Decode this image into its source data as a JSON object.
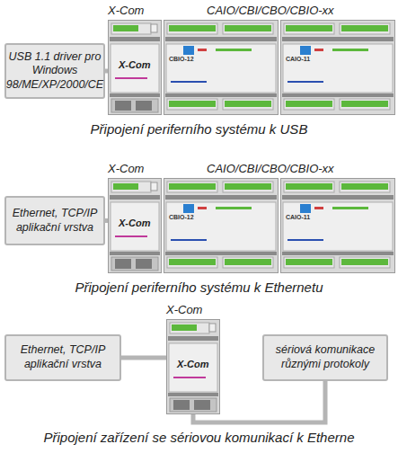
{
  "diagram": {
    "nodes": [
      {
        "text": [
          "USB 1.1 driver pro Windows 98/ME/XP/2000/CE"
        ]
      },
      {
        "text": [
          "X-Com",
          "X-Com"
        ]
      },
      {
        "text": [
          "CAIO/CBI/CBO/CBIO-xx",
          "CBIO-12"
        ]
      },
      {
        "text": [
          "CAIO-11"
        ]
      },
      {
        "text": [
          "Ethernet, TCP/IP aplikační vrstva"
        ]
      },
      {
        "text": [
          "X-Com",
          "X-Com"
        ]
      },
      {
        "text": [
          "CAIO/CBI/CBO/CBIO-xx",
          "CBIO-12"
        ]
      },
      {
        "text": [
          "CAIO-11"
        ]
      },
      {
        "text": [
          "Ethernet, TCP/IP aplikační vrstva"
        ]
      },
      {
        "text": [
          "X-Com",
          "X-Com"
        ]
      },
      {
        "text": [
          "sériová komunikace různými protokoly"
        ]
      }
    ],
    "edges": [
      {
        "from": 0,
        "to": 1,
        "arrow": "none"
      },
      {
        "from": 4,
        "to": 5,
        "arrow": "none"
      },
      {
        "from": 8,
        "to": 9,
        "arrow": "none"
      },
      {
        "from": 10,
        "to": 9,
        "arrow": "none"
      }
    ],
    "labels": [
      "Připojení periferního systému k USB",
      "Připojení periferního systému k Ethernetu",
      "Připojení zařízení se sériovou komunikací k Etherne"
    ]
  }
}
